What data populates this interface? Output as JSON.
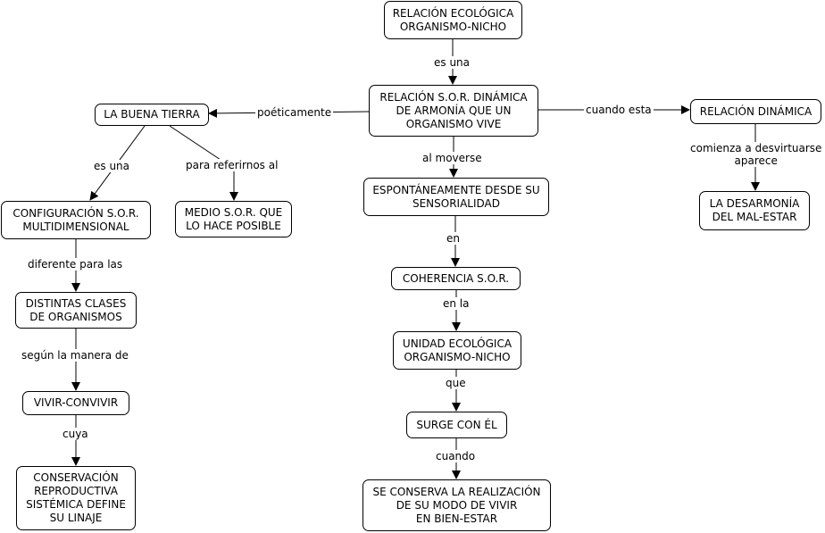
{
  "nodes": {
    "n_rel_eco": "RELACIÓN ECOLÓGICA\nORGANISMO-NICHO",
    "n_rel_sor": "RELACIÓN S.O.R. DINÁMICA\nDE ARMONÍA QUE UN\nORGANISMO VIVE",
    "n_buena_tierra": "LA BUENA TIERRA",
    "n_rel_dinamica": "RELACIÓN DINÁMICA",
    "n_desarmonia": "LA DESARMONÍA\nDEL MAL-ESTAR",
    "n_config": "CONFIGURACIÓN S.O.R.\nMULTIDIMENSIONAL",
    "n_medio": "MEDIO S.O.R. QUE\nLO HACE POSIBLE",
    "n_espontaneo": "ESPONTÁNEAMENTE DESDE SU\nSENSORIALIDAD",
    "n_coherencia": "COHERENCIA S.O.R.",
    "n_unidad": "UNIDAD ECOLÓGICA\nORGANISMO-NICHO",
    "n_surge": "SURGE CON ÉL",
    "n_conserva": "SE CONSERVA LA REALIZACIÓN\nDE SU MODO DE VIVIR\nEN BIEN-ESTAR",
    "n_clases": "DISTINTAS CLASES\nDE ORGANISMOS",
    "n_vivir": "VIVIR-CONVIVIR",
    "n_conservacion": "CONSERVACIÓN\nREPRODUCTIVA\nSISTÉMICA DEFINE\nSU LINAJE"
  },
  "links": {
    "l_es_una_top": "es una",
    "l_poeticamente": "poéticamente",
    "l_cuando_esta": "cuando esta",
    "l_comienza": "comienza a desvirtuarse\naparece",
    "l_es_una_left": "es una",
    "l_para_referirnos": "para referirnos al",
    "l_al_moverse": "al moverse",
    "l_en": "en",
    "l_en_la": "en la",
    "l_que": "que",
    "l_cuando": "cuando",
    "l_diferente": "diferente para las",
    "l_segun": "según la manera de",
    "l_cuya": "cuya"
  }
}
